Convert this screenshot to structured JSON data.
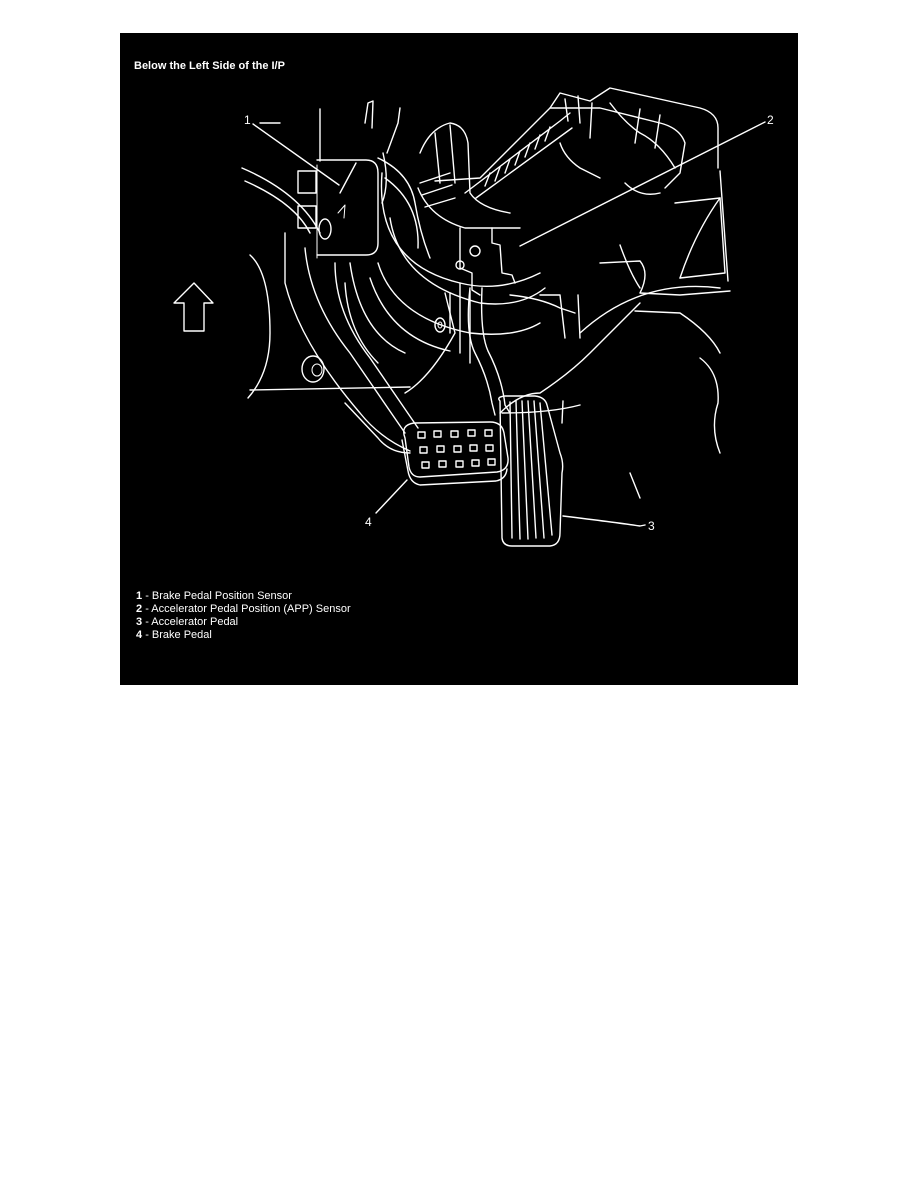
{
  "figure": {
    "title": "Below the Left Side of the I/P",
    "background_color": "#000000",
    "line_color": "#ffffff",
    "callouts": [
      {
        "number": "1",
        "target": "Brake Pedal Position Sensor"
      },
      {
        "number": "2",
        "target": "Accelerator Pedal Position (APP) Sensor"
      },
      {
        "number": "3",
        "target": "Accelerator Pedal"
      },
      {
        "number": "4",
        "target": "Brake Pedal"
      }
    ],
    "direction_arrow": "arrow-up-icon",
    "legend": [
      {
        "number": "1",
        "label": "- Brake Pedal Position Sensor"
      },
      {
        "number": "2",
        "label": "- Accelerator Pedal Position (APP) Sensor"
      },
      {
        "number": "3",
        "label": "- Accelerator Pedal"
      },
      {
        "number": "4",
        "label": "- Brake Pedal"
      }
    ]
  }
}
